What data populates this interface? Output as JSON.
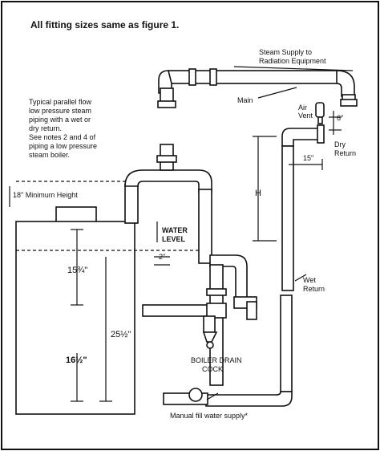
{
  "title": "All fitting sizes same as figure 1.",
  "note_lines": [
    "Typical parallel flow",
    "low pressure steam",
    "piping with a wet or",
    "dry return.",
    "See notes 2 and 4 of",
    "piping a low pressure",
    "steam boiler."
  ],
  "labels": {
    "steam_supply_1": "Steam Supply to",
    "steam_supply_2": "Radiation Equipment",
    "main": "Main",
    "air_vent_1": "Air",
    "air_vent_2": "Vent",
    "dim_6": "6\"",
    "dim_15": "15\"",
    "dry_return_1": "Dry",
    "dry_return_2": "Return",
    "h": "H",
    "min_height": "18\" Minimum Height",
    "water_1": "WATER",
    "water_2": "LEVEL",
    "dim_2": "2\"",
    "wet_return_1": "Wet",
    "wet_return_2": "Return",
    "dim_15_75": "15¾\"",
    "dim_25_5": "25½\"",
    "dim_16_5": "16½\"",
    "drain_1": "BOILER DRAIN",
    "drain_2": "COCK",
    "manual_fill": "Manual fill water supply*"
  }
}
